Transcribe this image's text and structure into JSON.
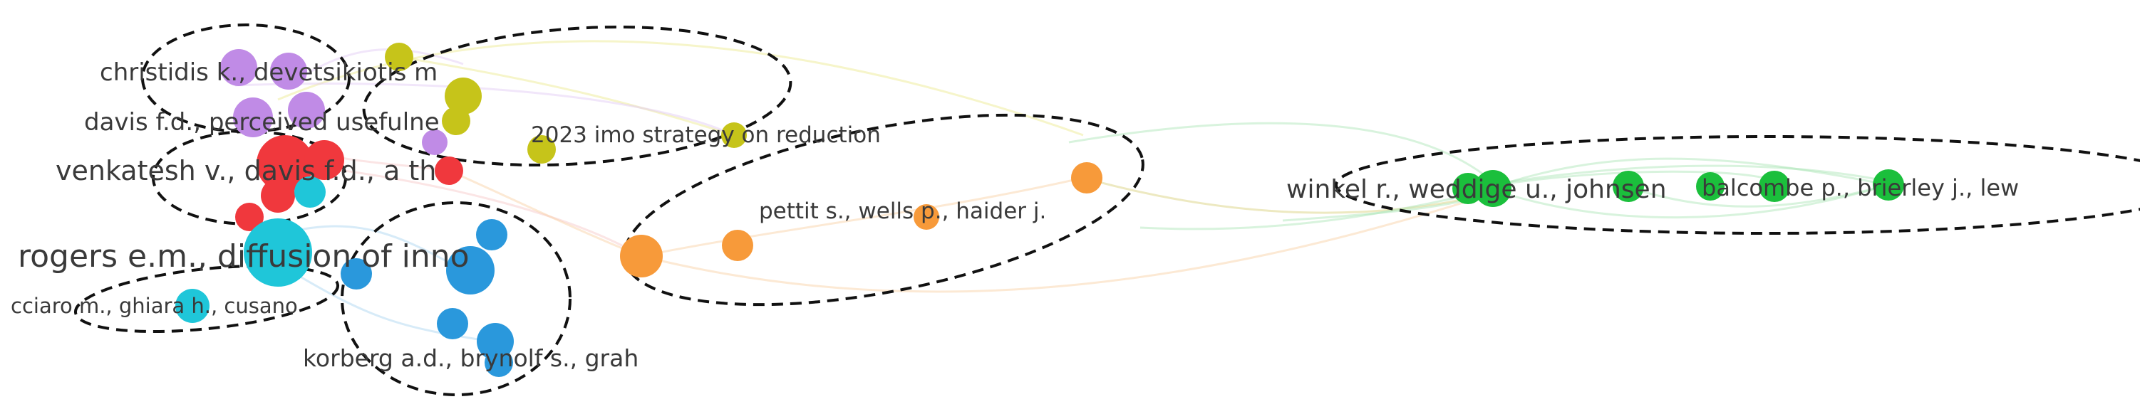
{
  "colors": {
    "red": "#f0383d",
    "purple": "#c08be6",
    "yellow": "#c6c41a",
    "blue": "#2a98dc",
    "cyan": "#1fc6d9",
    "orange": "#f79a3a",
    "green": "#1bbf3c"
  },
  "labels": {
    "christidis": "christidis k., devetsikiotis m",
    "davis_perceived": "davis f.d., perceived usefulne",
    "venkatesh": "venkatesh v., davis f.d., a th",
    "imo": "2023 imo strategy on reduction",
    "pettit": "pettit s., wells p., haider j.",
    "winkel": "winkel r., weddige u., johnsen",
    "balcombe": "balcombe p., brierley j., lew",
    "rogers": "rogers e.m., diffusion of inno",
    "cciaro": "cciaro m., ghiara h., cusano",
    "korberg": "korberg a.d., brynolf s., grah"
  }
}
